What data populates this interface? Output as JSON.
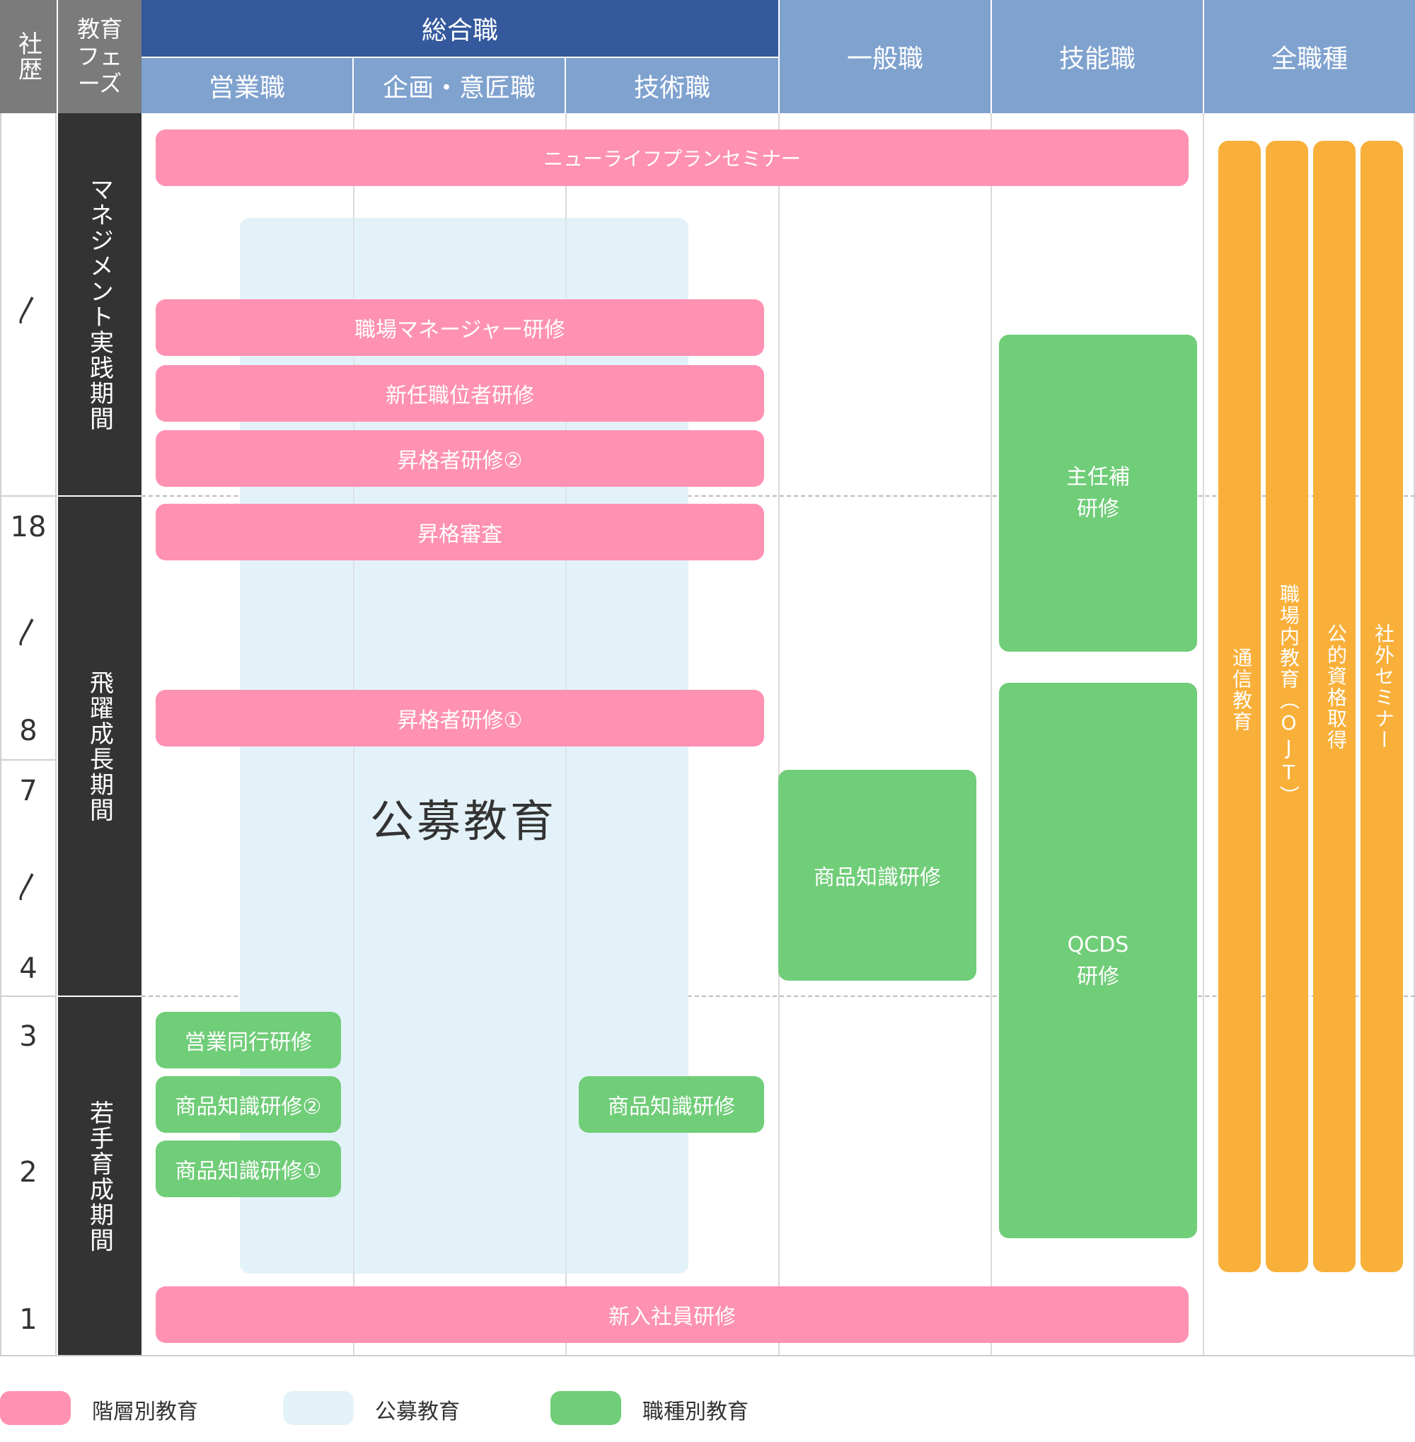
{
  "header": {
    "tenure": "社歴",
    "phase": "教育フェーズ",
    "general": "総合職",
    "sales": "営業職",
    "planning": "企画・意匠職",
    "technical": "技術職",
    "clerical": "一般職",
    "skilled": "技能職",
    "all": "全職種"
  },
  "years": {
    "tilde": "〳",
    "y18": "18",
    "y8": "8",
    "y7": "7",
    "y4": "4",
    "y3": "3",
    "y2": "2",
    "y1": "1"
  },
  "phases": {
    "management": "マネジメント実践期間",
    "leap": "飛躍成長期間",
    "young": "若手育成期間"
  },
  "programs": {
    "new_life": "ニューライフプランセミナー",
    "mgr": "職場マネージャー研修",
    "new_position": "新任職位者研修",
    "promo2": "昇格者研修②",
    "promo_review": "昇格審査",
    "promo1": "昇格者研修①",
    "open_recruit": "公募教育",
    "sales_accompany": "営業同行研修",
    "product2": "商品知識研修②",
    "product1": "商品知識研修①",
    "product_tech": "商品知識研修",
    "product_clerical": "商品知識研修",
    "chief_assist_1": "主任補",
    "chief_assist_2": "研修",
    "qcds_1": "QCDS",
    "qcds_2": "研修",
    "new_employee": "新入社員研修",
    "correspondence": "通信教育",
    "ojt": "職場内教育（OJT）",
    "certification": "公的資格取得",
    "external": "社外セミナー"
  },
  "legend": {
    "tier": "階層別教育",
    "open": "公募教育",
    "job": "職種別教育"
  },
  "colors": {
    "pink": "#ff91b2",
    "green": "#70cd78",
    "orange": "#f9b03b",
    "lightblue": "#e3f2f8",
    "navy": "#34599c",
    "blue": "#7fa2cf",
    "dark": "#333333",
    "gray": "#7b7b7b"
  }
}
